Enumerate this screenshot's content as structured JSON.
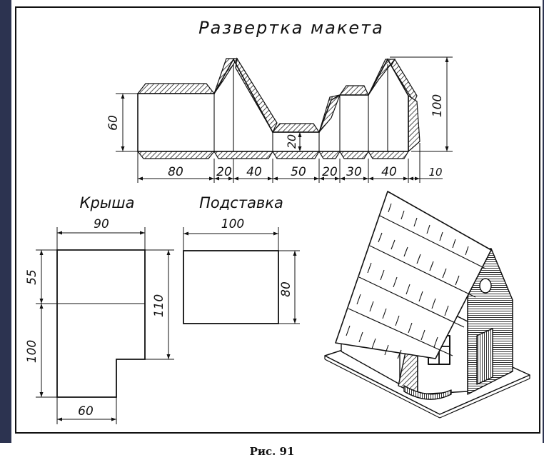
{
  "title": "Развертка макета",
  "figure_caption": "Рис. 91",
  "net": {
    "dims": {
      "d60": "60",
      "d100": "100",
      "d20_inner": "20",
      "b80": "80",
      "b20a": "20",
      "b40a": "40",
      "b50": "50",
      "b20b": "20",
      "b30": "30",
      "b40b": "40",
      "b10": "10"
    }
  },
  "roof": {
    "label": "Крыша",
    "dims": {
      "top90": "90",
      "left55": "55",
      "left100": "100",
      "right110": "110",
      "bottom60": "60"
    }
  },
  "stand": {
    "label": "Подставка",
    "dims": {
      "top100": "100",
      "right80": "80"
    }
  },
  "colors": {
    "background": "#ffffff",
    "frame_bg": "#2c3350",
    "ink": "#111111"
  }
}
